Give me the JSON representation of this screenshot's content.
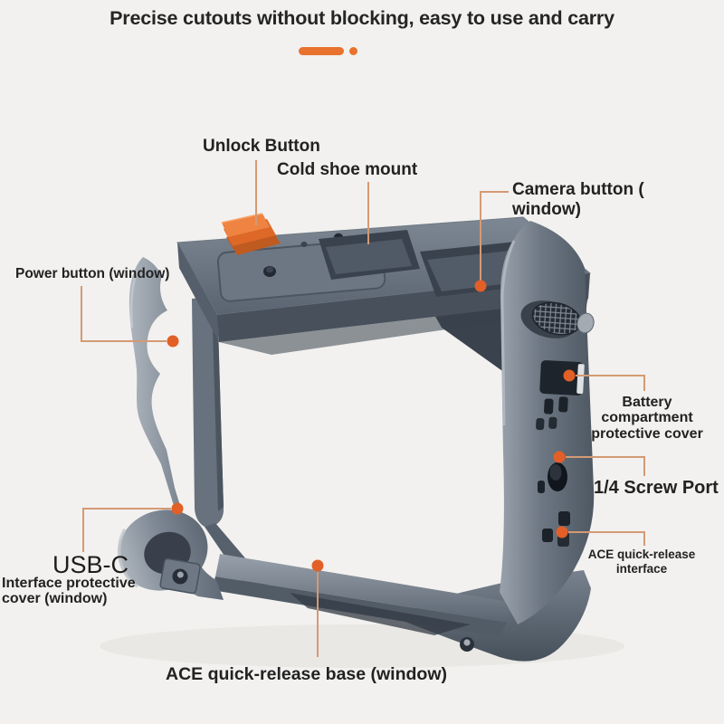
{
  "page": {
    "title": "Precise cutouts without blocking, easy to use and carry"
  },
  "colors": {
    "accent_orange": "#E8722E",
    "leader_line": "#D49A74",
    "leader_dot": "#E25F28",
    "text": "#232323",
    "background": "#F2F1EF",
    "cage_metal": "#6E7884",
    "unlock_button": "#DE6828"
  },
  "callouts": {
    "unlock_button": "Unlock Button",
    "cold_shoe_mount": "Cold shoe mount",
    "camera_button_window": "Camera button (\nwindow)",
    "power_button_window": "Power button (window)",
    "battery_cover": "Battery\ncompartment\nprotective cover",
    "quarter_screw_port": "1/4 Screw Port",
    "ace_interface": "ACE quick-release\ninterface",
    "usb_c": "USB-C",
    "usb_c_cover": "Interface protective\ncover (window)",
    "ace_base": "ACE quick-release base (window)"
  }
}
